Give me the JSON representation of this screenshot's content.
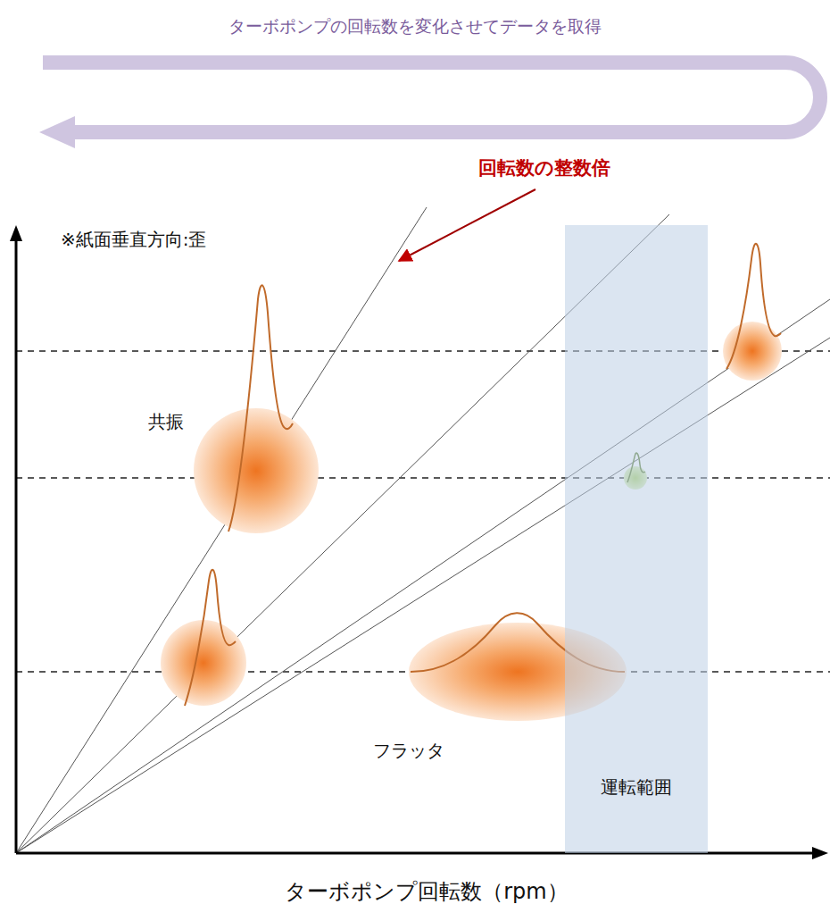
{
  "diagram": {
    "title": "ターボポンプの回転数を変化させてデータを取得",
    "nodes": [
      {
        "text": [
          "運転範囲"
        ]
      }
    ],
    "labels": [
      "回転数の整数倍",
      "※紙面垂直方向:歪",
      "共振",
      "フラッタ",
      "ターボポンプ回転数（rpm）"
    ]
  }
}
